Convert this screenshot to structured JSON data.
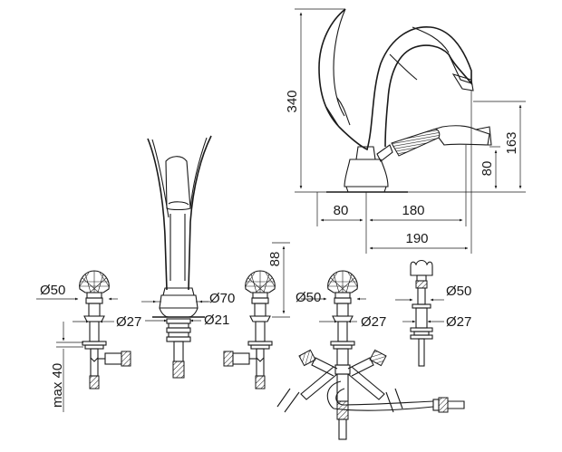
{
  "dimensions": {
    "height_total": "340",
    "spout_height": "163",
    "handshower_height": "80",
    "base_offset": "80",
    "spout_reach": "180",
    "total_reach": "190",
    "above_deck": "88",
    "max_deck": "max 40",
    "handle_diameter_left": "Ø50",
    "rod_diameter_left": "Ø27",
    "base_diameter_spout": "Ø70",
    "rod_diameter_spout": "Ø21",
    "handle_diameter_center": "Ø50",
    "rod_diameter_center": "Ø27",
    "handle_diameter_right": "Ø50",
    "rod_diameter_right": "Ø27"
  }
}
